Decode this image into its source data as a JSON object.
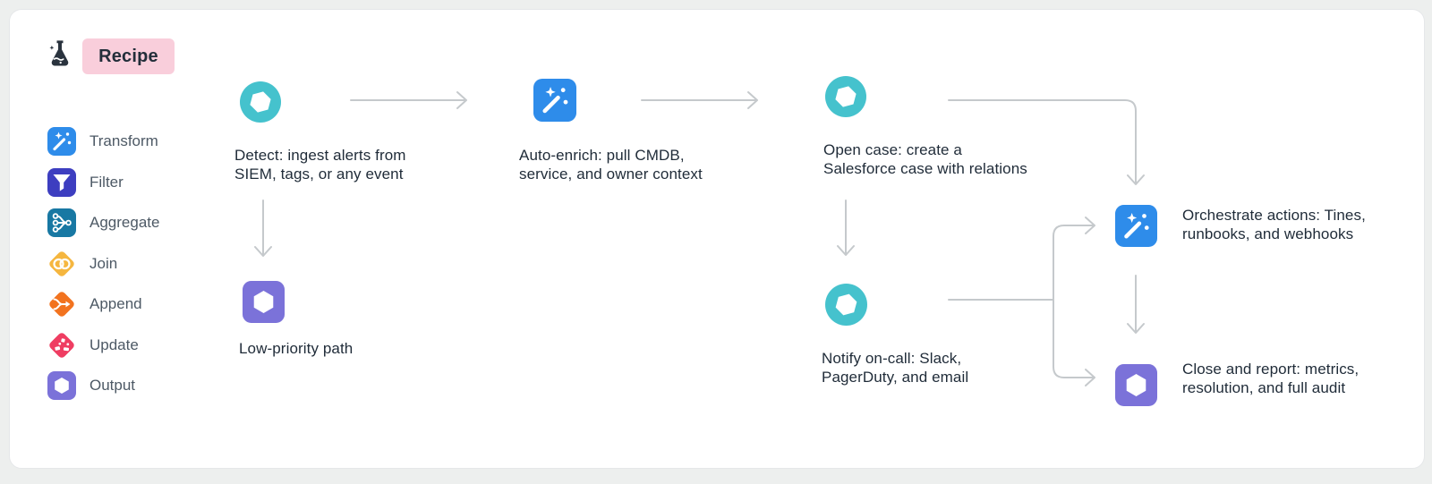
{
  "header": {
    "badge_label": "Recipe"
  },
  "legend": [
    {
      "label": "Transform",
      "icon": "wand-icon",
      "color": "#2e8cea",
      "shape": "square"
    },
    {
      "label": "Filter",
      "icon": "funnel-icon",
      "color": "#3d3ec0",
      "shape": "square"
    },
    {
      "label": "Aggregate",
      "icon": "branch-icon",
      "color": "#1878a3",
      "shape": "square"
    },
    {
      "label": "Join",
      "icon": "venn-icon",
      "color": "#f5b63f",
      "shape": "diamond"
    },
    {
      "label": "Append",
      "icon": "merge-icon",
      "color": "#f2731f",
      "shape": "diamond"
    },
    {
      "label": "Update",
      "icon": "confetti-icon",
      "color": "#ef3d62",
      "shape": "diamond"
    },
    {
      "label": "Output",
      "icon": "hexagon-icon",
      "color": "#7b72d9",
      "shape": "square"
    }
  ],
  "nodes": {
    "detect": {
      "type": "event",
      "lines": [
        "Detect: ingest alerts from",
        "SIEM, tags, or any event"
      ]
    },
    "enrich": {
      "type": "transform",
      "lines": [
        "Auto-enrich: pull CMDB,",
        "service, and owner context"
      ]
    },
    "open_case": {
      "type": "event",
      "lines": [
        "Open case: create a",
        "Salesforce case with relations"
      ]
    },
    "low_priority": {
      "type": "output",
      "lines": [
        "Low-priority path"
      ]
    },
    "notify": {
      "type": "event",
      "lines": [
        "Notify on-call: Slack,",
        "PagerDuty, and email"
      ]
    },
    "orchestrate": {
      "type": "transform",
      "lines": [
        "Orchestrate actions: Tines,",
        "runbooks, and webhooks"
      ]
    },
    "close_report": {
      "type": "output",
      "lines": [
        "Close and report: metrics,",
        "resolution, and full audit"
      ]
    }
  },
  "colors": {
    "event_teal": "#45c2cd",
    "transform_blue": "#2e8cea",
    "filter_indigo": "#3d3ec0",
    "aggregate_blue": "#1878a3",
    "join_amber": "#f5b63f",
    "append_orange": "#f2731f",
    "update_pink": "#ef3d62",
    "output_purple": "#7b72d9",
    "arrow_gray": "#c5c9cc",
    "caption_text": "#1f2b38",
    "legend_text": "#4d5965",
    "badge_bg": "#f9cedb",
    "page_bg": "#edefee",
    "card_bg": "#ffffff"
  }
}
